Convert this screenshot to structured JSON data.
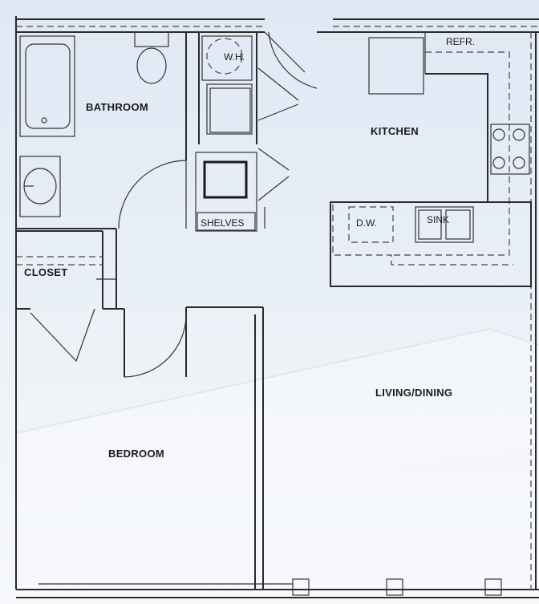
{
  "rooms": {
    "bathroom": "BATHROOM",
    "kitchen": "KITCHEN",
    "closet": "CLOSET",
    "bedroom": "BEDROOM",
    "living_dining": "LIVING/DINING"
  },
  "fixtures": {
    "water_heater": "W.H.",
    "refrigerator": "REFR.",
    "shelves": "SHELVES",
    "dishwasher": "D.W.",
    "sink": "SINK"
  },
  "colors": {
    "wall": "#2a2a2a",
    "background": "#dfe8f4"
  }
}
